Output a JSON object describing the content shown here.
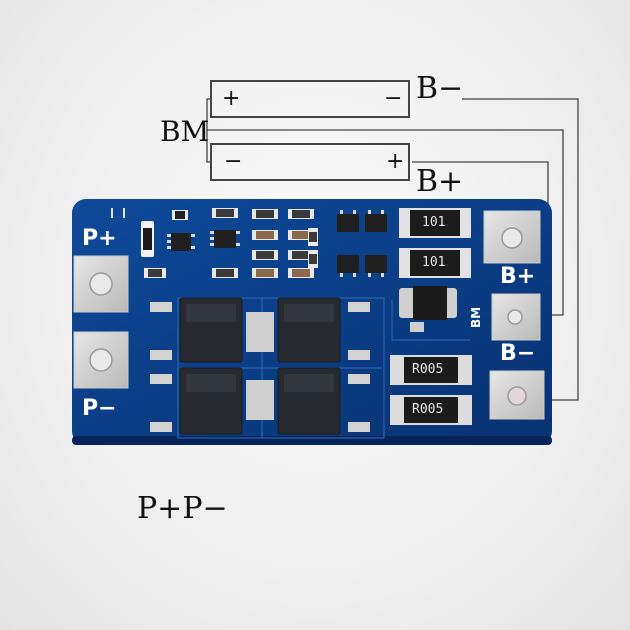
{
  "wiring_labels": {
    "b_minus": "B−",
    "b_plus": "B+",
    "bm": "BM",
    "p_plus_p_minus": "P+P−"
  },
  "cells": [
    {
      "left_sign": "+",
      "right_sign": "−"
    },
    {
      "left_sign": "−",
      "right_sign": "+"
    }
  ],
  "pcb_labels": {
    "p_plus": "P+",
    "p_minus": "P−",
    "b_plus": "B+",
    "b_minus": "B−",
    "bm": "BM"
  },
  "resistor_markings": {
    "r1": "101",
    "r2": "101",
    "r3": "R005",
    "r4": "R005"
  },
  "colors": {
    "pcb": "#0b3f86",
    "pad": "#d6d6d6",
    "mosfet": "#262a30",
    "wire": "#333333"
  }
}
